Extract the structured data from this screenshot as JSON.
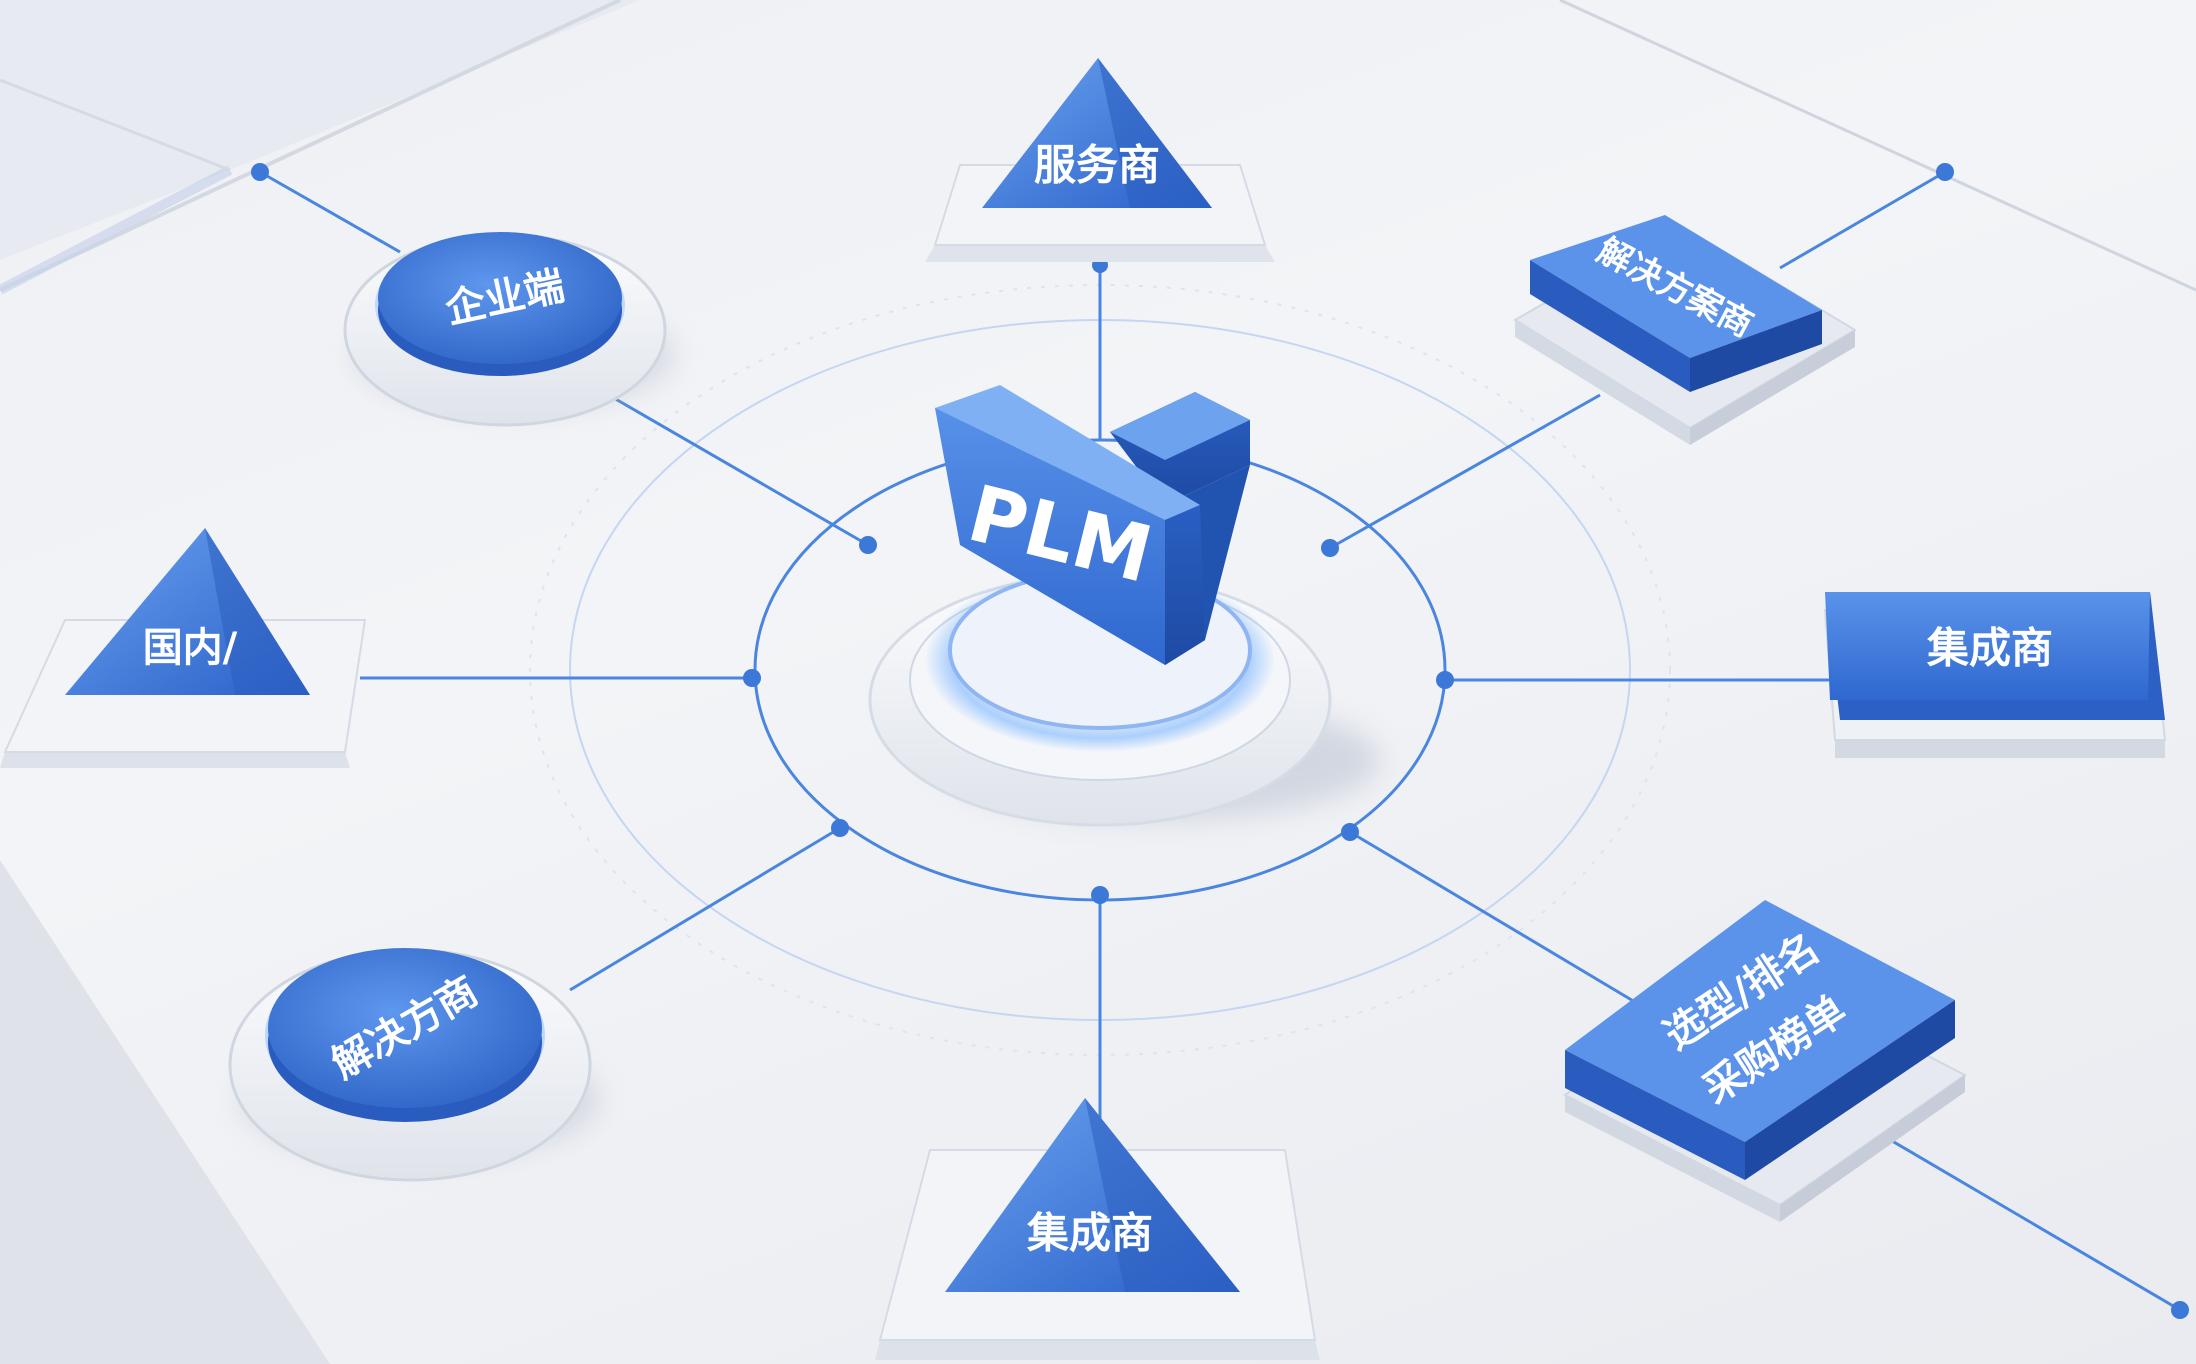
{
  "center": {
    "label": "PLM"
  },
  "nodes": {
    "top": {
      "label": "服务商",
      "shape": "triangle"
    },
    "top_left": {
      "label": "企业端",
      "shape": "disc"
    },
    "top_right": {
      "label": "解决方案商",
      "shape": "slab"
    },
    "left": {
      "label": "国内/",
      "shape": "triangle"
    },
    "right": {
      "label": "集成商",
      "shape": "slab"
    },
    "bottom_left": {
      "label": "解决方商",
      "shape": "disc"
    },
    "bottom": {
      "label": "集成商",
      "shape": "triangle"
    },
    "bottom_right": {
      "label_line1": "选型/排名",
      "label_line2": "采购榜单",
      "shape": "slab"
    }
  },
  "colors": {
    "accent": "#3b78d8",
    "accent_dark": "#2556b8",
    "line": "#4a86e0",
    "background": "#eef0f4"
  }
}
